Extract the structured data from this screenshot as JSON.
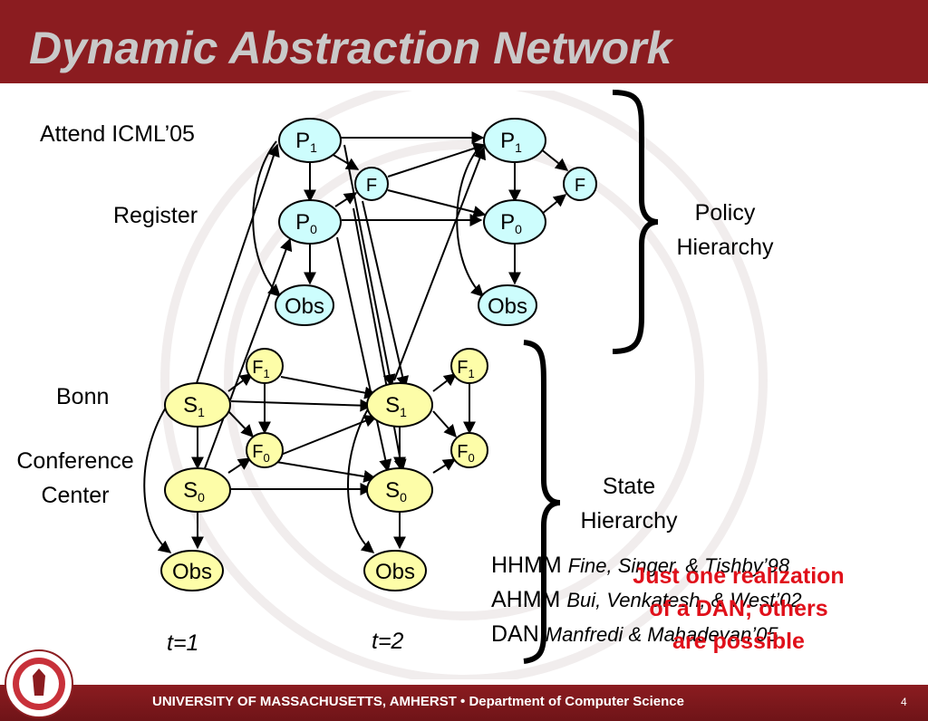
{
  "slide": {
    "title": "Dynamic Abstraction Network",
    "page_number": "4",
    "footer": "UNIVERSITY OF MASSACHUSETTS, AMHERST  •  Department of Computer Science"
  },
  "labels": {
    "attend": "Attend ICML’05",
    "register": "Register",
    "bonn": "Bonn",
    "conference": "Conference",
    "center": "Center",
    "policy_1": "Policy",
    "policy_2": "Hierarchy",
    "state_1": "State",
    "state_2": "Hierarchy",
    "t1": "t=1",
    "t2": "t=2"
  },
  "nodes": {
    "p1": "P",
    "p1_sub": "1",
    "p0": "P",
    "p0_sub": "0",
    "f": "F",
    "obs": "Obs",
    "f1": "F",
    "f1_sub": "1",
    "f0": "F",
    "f0_sub": "0",
    "s1": "S",
    "s1_sub": "1",
    "s0": "S",
    "s0_sub": "0"
  },
  "references": [
    {
      "model": "HHMM",
      "authors": "Fine, Singer, & Tishby’98"
    },
    {
      "model": "AHMM",
      "authors": "Bui, Venkatesh, & West’02"
    },
    {
      "model": "DAN",
      "authors": "Manfredi & Mahadevan’05"
    }
  ],
  "overlay_note": [
    "Just one realization",
    "of a DAN; others",
    "are possible"
  ],
  "colors": {
    "header": "#8b1c20",
    "title": "#c9c9c9",
    "policy_node": "#cdfdfd",
    "state_node": "#fdfda8",
    "note": "#e0101a"
  }
}
